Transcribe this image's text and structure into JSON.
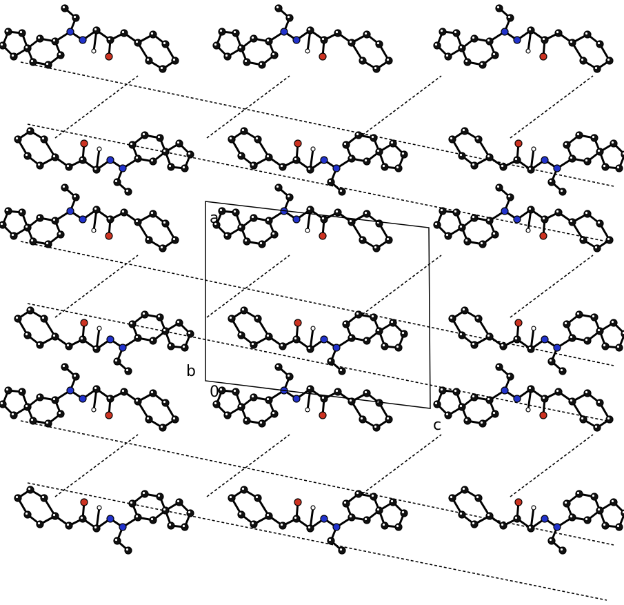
{
  "figure": {
    "axis_a": "a",
    "axis_b": "b",
    "axis_c": "c",
    "origin": "0"
  },
  "colors": {
    "bond": "#000000",
    "carbon": "#111111",
    "nitrogen": "#2233cc",
    "oxygen": "#cc3322",
    "hydrogen": "#ffffff",
    "hbond": "#000000"
  }
}
